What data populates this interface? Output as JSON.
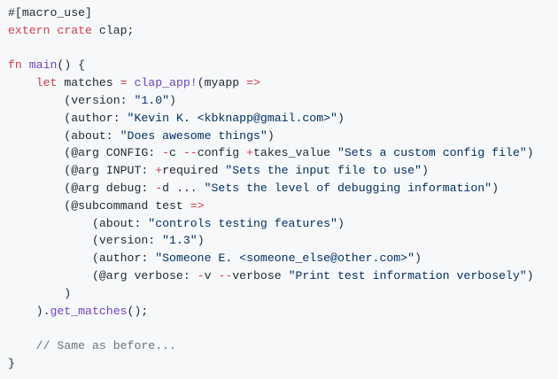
{
  "colors": {
    "background": "#f6f8fa",
    "text": "#24292e",
    "keyword": "#d73a49",
    "function": "#6f42c1",
    "string": "#032f62",
    "comment": "#6a737d"
  },
  "code": {
    "language": "rust",
    "lines": [
      [
        {
          "t": "p",
          "v": "#[macro_use]"
        }
      ],
      [
        {
          "t": "k",
          "v": "extern"
        },
        {
          "t": "p",
          "v": " "
        },
        {
          "t": "k",
          "v": "crate"
        },
        {
          "t": "p",
          "v": " clap;"
        }
      ],
      [],
      [
        {
          "t": "k",
          "v": "fn"
        },
        {
          "t": "p",
          "v": " "
        },
        {
          "t": "f",
          "v": "main"
        },
        {
          "t": "p",
          "v": "() {"
        }
      ],
      [
        {
          "t": "p",
          "v": "    "
        },
        {
          "t": "k",
          "v": "let"
        },
        {
          "t": "p",
          "v": " matches "
        },
        {
          "t": "k",
          "v": "="
        },
        {
          "t": "p",
          "v": " "
        },
        {
          "t": "f",
          "v": "clap_app!"
        },
        {
          "t": "p",
          "v": "(myapp "
        },
        {
          "t": "k",
          "v": "=>"
        }
      ],
      [
        {
          "t": "p",
          "v": "        (version: "
        },
        {
          "t": "s",
          "v": "\"1.0\""
        },
        {
          "t": "p",
          "v": ")"
        }
      ],
      [
        {
          "t": "p",
          "v": "        (author: "
        },
        {
          "t": "s",
          "v": "\"Kevin K. <kbknapp@gmail.com>\""
        },
        {
          "t": "p",
          "v": ")"
        }
      ],
      [
        {
          "t": "p",
          "v": "        (about: "
        },
        {
          "t": "s",
          "v": "\"Does awesome things\""
        },
        {
          "t": "p",
          "v": ")"
        }
      ],
      [
        {
          "t": "p",
          "v": "        (@arg CONFIG: "
        },
        {
          "t": "k",
          "v": "-"
        },
        {
          "t": "p",
          "v": "c "
        },
        {
          "t": "k",
          "v": "--"
        },
        {
          "t": "p",
          "v": "config "
        },
        {
          "t": "k",
          "v": "+"
        },
        {
          "t": "p",
          "v": "takes_value "
        },
        {
          "t": "s",
          "v": "\"Sets a custom config file\""
        },
        {
          "t": "p",
          "v": ")"
        }
      ],
      [
        {
          "t": "p",
          "v": "        (@arg INPUT: "
        },
        {
          "t": "k",
          "v": "+"
        },
        {
          "t": "p",
          "v": "required "
        },
        {
          "t": "s",
          "v": "\"Sets the input file to use\""
        },
        {
          "t": "p",
          "v": ")"
        }
      ],
      [
        {
          "t": "p",
          "v": "        (@arg debug: "
        },
        {
          "t": "k",
          "v": "-"
        },
        {
          "t": "p",
          "v": "d ... "
        },
        {
          "t": "s",
          "v": "\"Sets the level of debugging information\""
        },
        {
          "t": "p",
          "v": ")"
        }
      ],
      [
        {
          "t": "p",
          "v": "        (@subcommand test "
        },
        {
          "t": "k",
          "v": "=>"
        }
      ],
      [
        {
          "t": "p",
          "v": "            (about: "
        },
        {
          "t": "s",
          "v": "\"controls testing features\""
        },
        {
          "t": "p",
          "v": ")"
        }
      ],
      [
        {
          "t": "p",
          "v": "            (version: "
        },
        {
          "t": "s",
          "v": "\"1.3\""
        },
        {
          "t": "p",
          "v": ")"
        }
      ],
      [
        {
          "t": "p",
          "v": "            (author: "
        },
        {
          "t": "s",
          "v": "\"Someone E. <someone_else@other.com>\""
        },
        {
          "t": "p",
          "v": ")"
        }
      ],
      [
        {
          "t": "p",
          "v": "            (@arg verbose: "
        },
        {
          "t": "k",
          "v": "-"
        },
        {
          "t": "p",
          "v": "v "
        },
        {
          "t": "k",
          "v": "--"
        },
        {
          "t": "p",
          "v": "verbose "
        },
        {
          "t": "s",
          "v": "\"Print test information verbosely\""
        },
        {
          "t": "p",
          "v": ")"
        }
      ],
      [
        {
          "t": "p",
          "v": "        )"
        }
      ],
      [
        {
          "t": "p",
          "v": "    )."
        },
        {
          "t": "f",
          "v": "get_matches"
        },
        {
          "t": "p",
          "v": "();"
        }
      ],
      [],
      [
        {
          "t": "p",
          "v": "    "
        },
        {
          "t": "c",
          "v": "// Same as before..."
        }
      ],
      [
        {
          "t": "p",
          "v": "}"
        }
      ]
    ]
  }
}
